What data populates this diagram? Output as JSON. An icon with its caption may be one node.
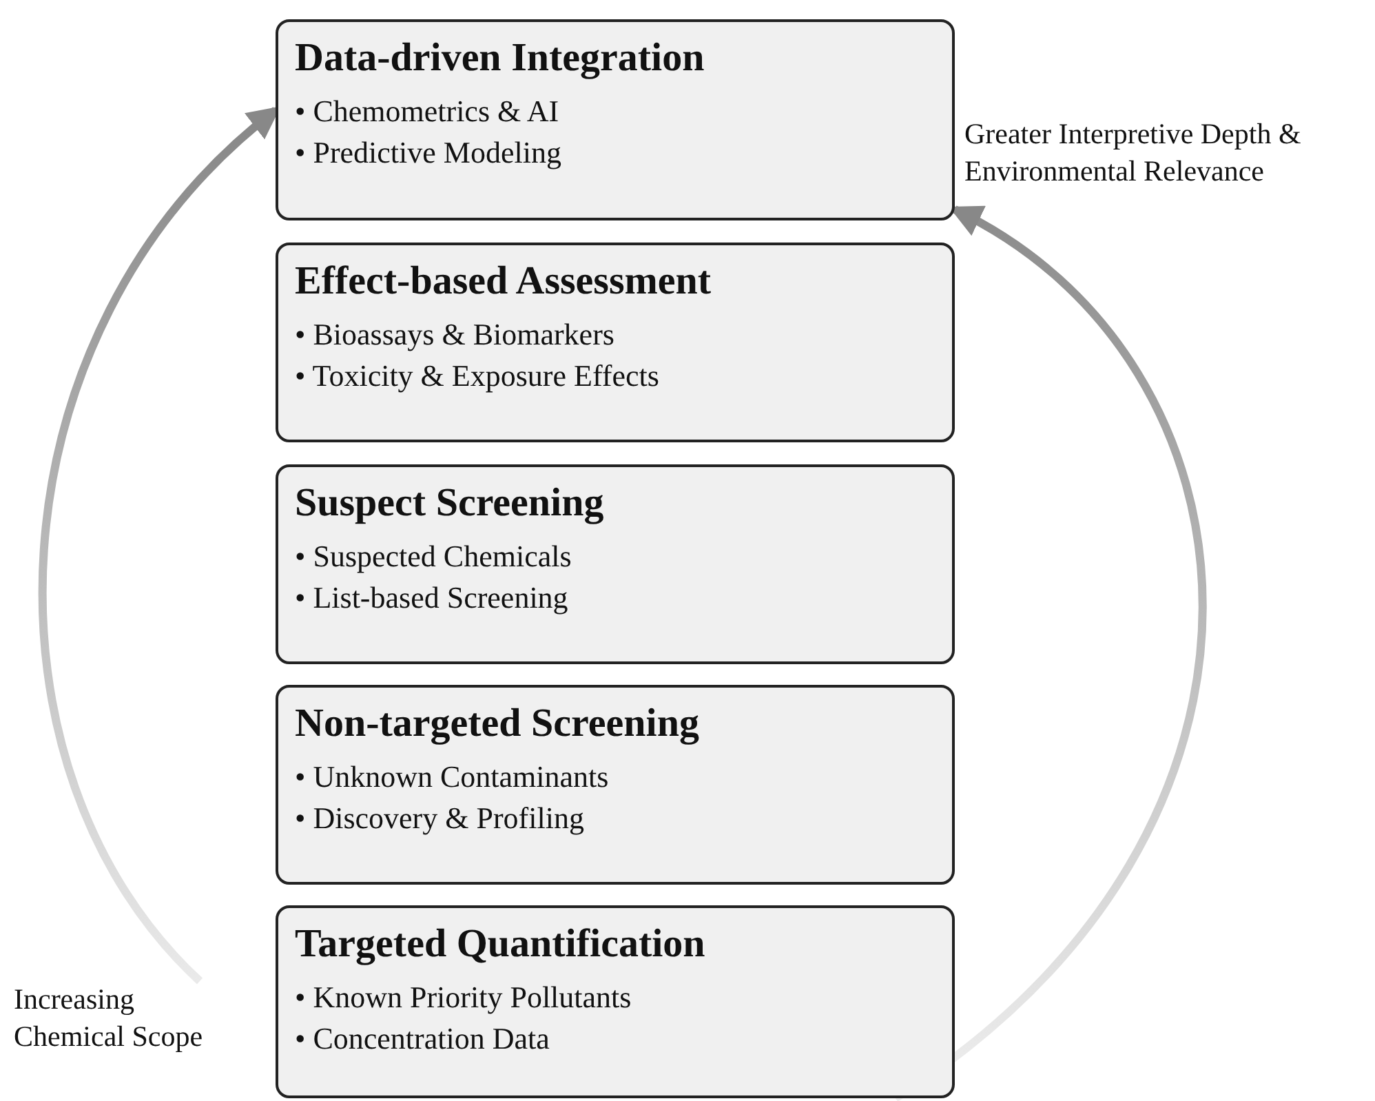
{
  "diagram": {
    "nodes": [
      {
        "text": [
          "Data-driven Integration",
          "• Chemometrics & AI",
          "• Predictive Modeling"
        ]
      },
      {
        "text": [
          "Effect-based Assessment",
          "• Bioassays & Biomarkers",
          "• Toxicity & Exposure Effects"
        ]
      },
      {
        "text": [
          "Suspect Screening",
          "• Suspected Chemicals",
          "• List-based Screening"
        ]
      },
      {
        "text": [
          "Non-targeted Screening",
          "• Unknown Contaminants",
          "• Discovery & Profiling"
        ]
      },
      {
        "text": [
          "Targeted Quantification",
          "• Known Priority Pollutants",
          "• Concentration Data"
        ]
      },
      {
        "text": [
          "Increasing Chemical Scope"
        ]
      }
    ],
    "edges": [
      {
        "from": 5,
        "to": 0,
        "arrow": "to"
      },
      {
        "from": 4,
        "to": 0,
        "arrow": "to"
      }
    ],
    "labels": [
      "Greater Interpretive Depth & Environmental Relevance"
    ]
  }
}
